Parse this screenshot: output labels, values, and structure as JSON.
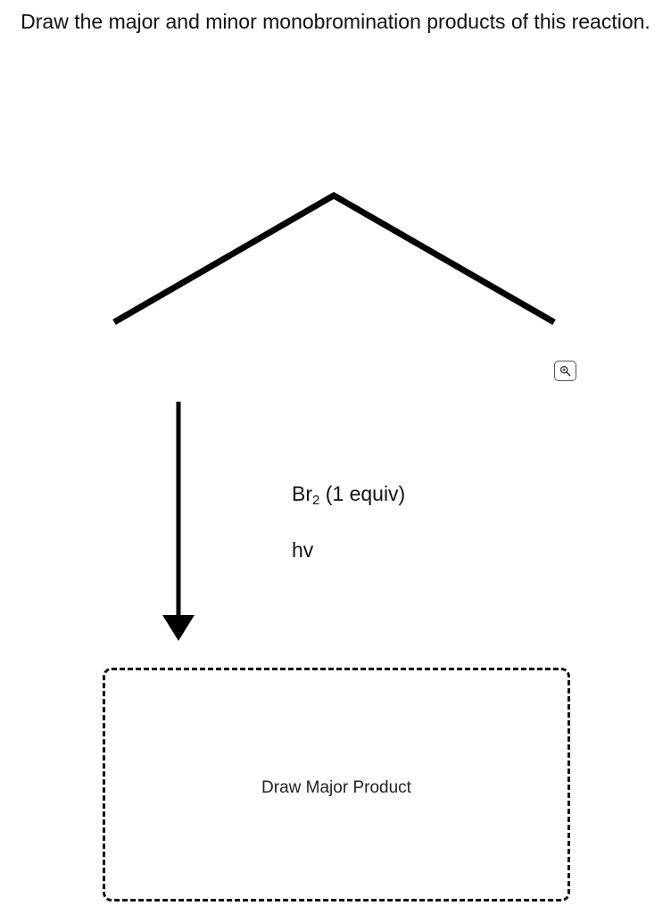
{
  "question": {
    "text": "Draw the major and minor monobromination products of this reaction."
  },
  "molecule": {
    "description_icon": "propane-skeletal-structure"
  },
  "zoom_button": {
    "icon": "magnifier-zoom-icon"
  },
  "reaction": {
    "reagent_line1_main": "Br",
    "reagent_line1_sub": "2",
    "reagent_line1_rest": " (1 equiv)",
    "reagent_line2": "hv"
  },
  "drop_zone": {
    "label": "Draw Major Product"
  },
  "colors": {
    "stroke": "#000000",
    "text": "#111111",
    "background": "#ffffff"
  }
}
